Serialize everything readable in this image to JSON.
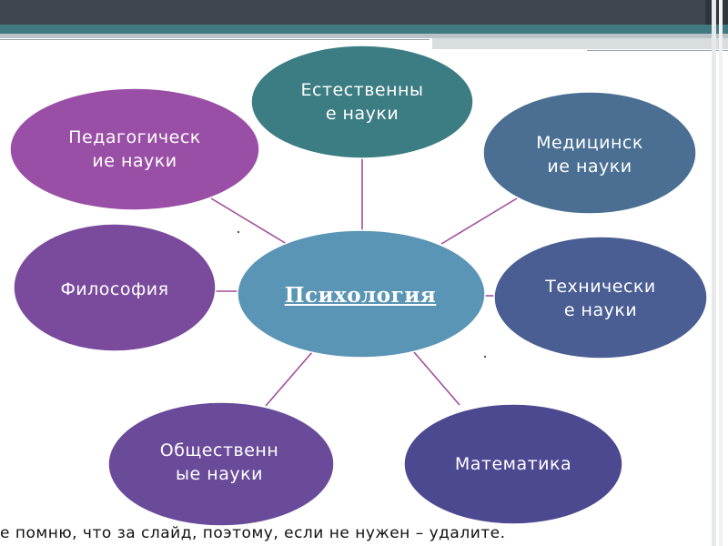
{
  "diagram": {
    "center": {
      "label": "Психология",
      "color": "#5b95b5"
    },
    "nodes": [
      {
        "id": "natural",
        "label": "Естественны\nе науки",
        "color": "#3c7d83"
      },
      {
        "id": "medical",
        "label": "Медицинск\nие науки",
        "color": "#4a6f92"
      },
      {
        "id": "technical",
        "label": "Технически\nе науки",
        "color": "#4a5e93"
      },
      {
        "id": "math",
        "label": "Математика",
        "color": "#4d4990"
      },
      {
        "id": "social",
        "label": "Общественн\nые науки",
        "color": "#6a4b9a"
      },
      {
        "id": "philosophy",
        "label": "Философия",
        "color": "#7a4b9c"
      },
      {
        "id": "pedagogical",
        "label": "Педагогическ\nие науки",
        "color": "#9a4fa6"
      }
    ],
    "connector_color": "#a14d9a"
  },
  "footnote": "е помню, что за слайд, поэтому, если не нужен – удалите."
}
